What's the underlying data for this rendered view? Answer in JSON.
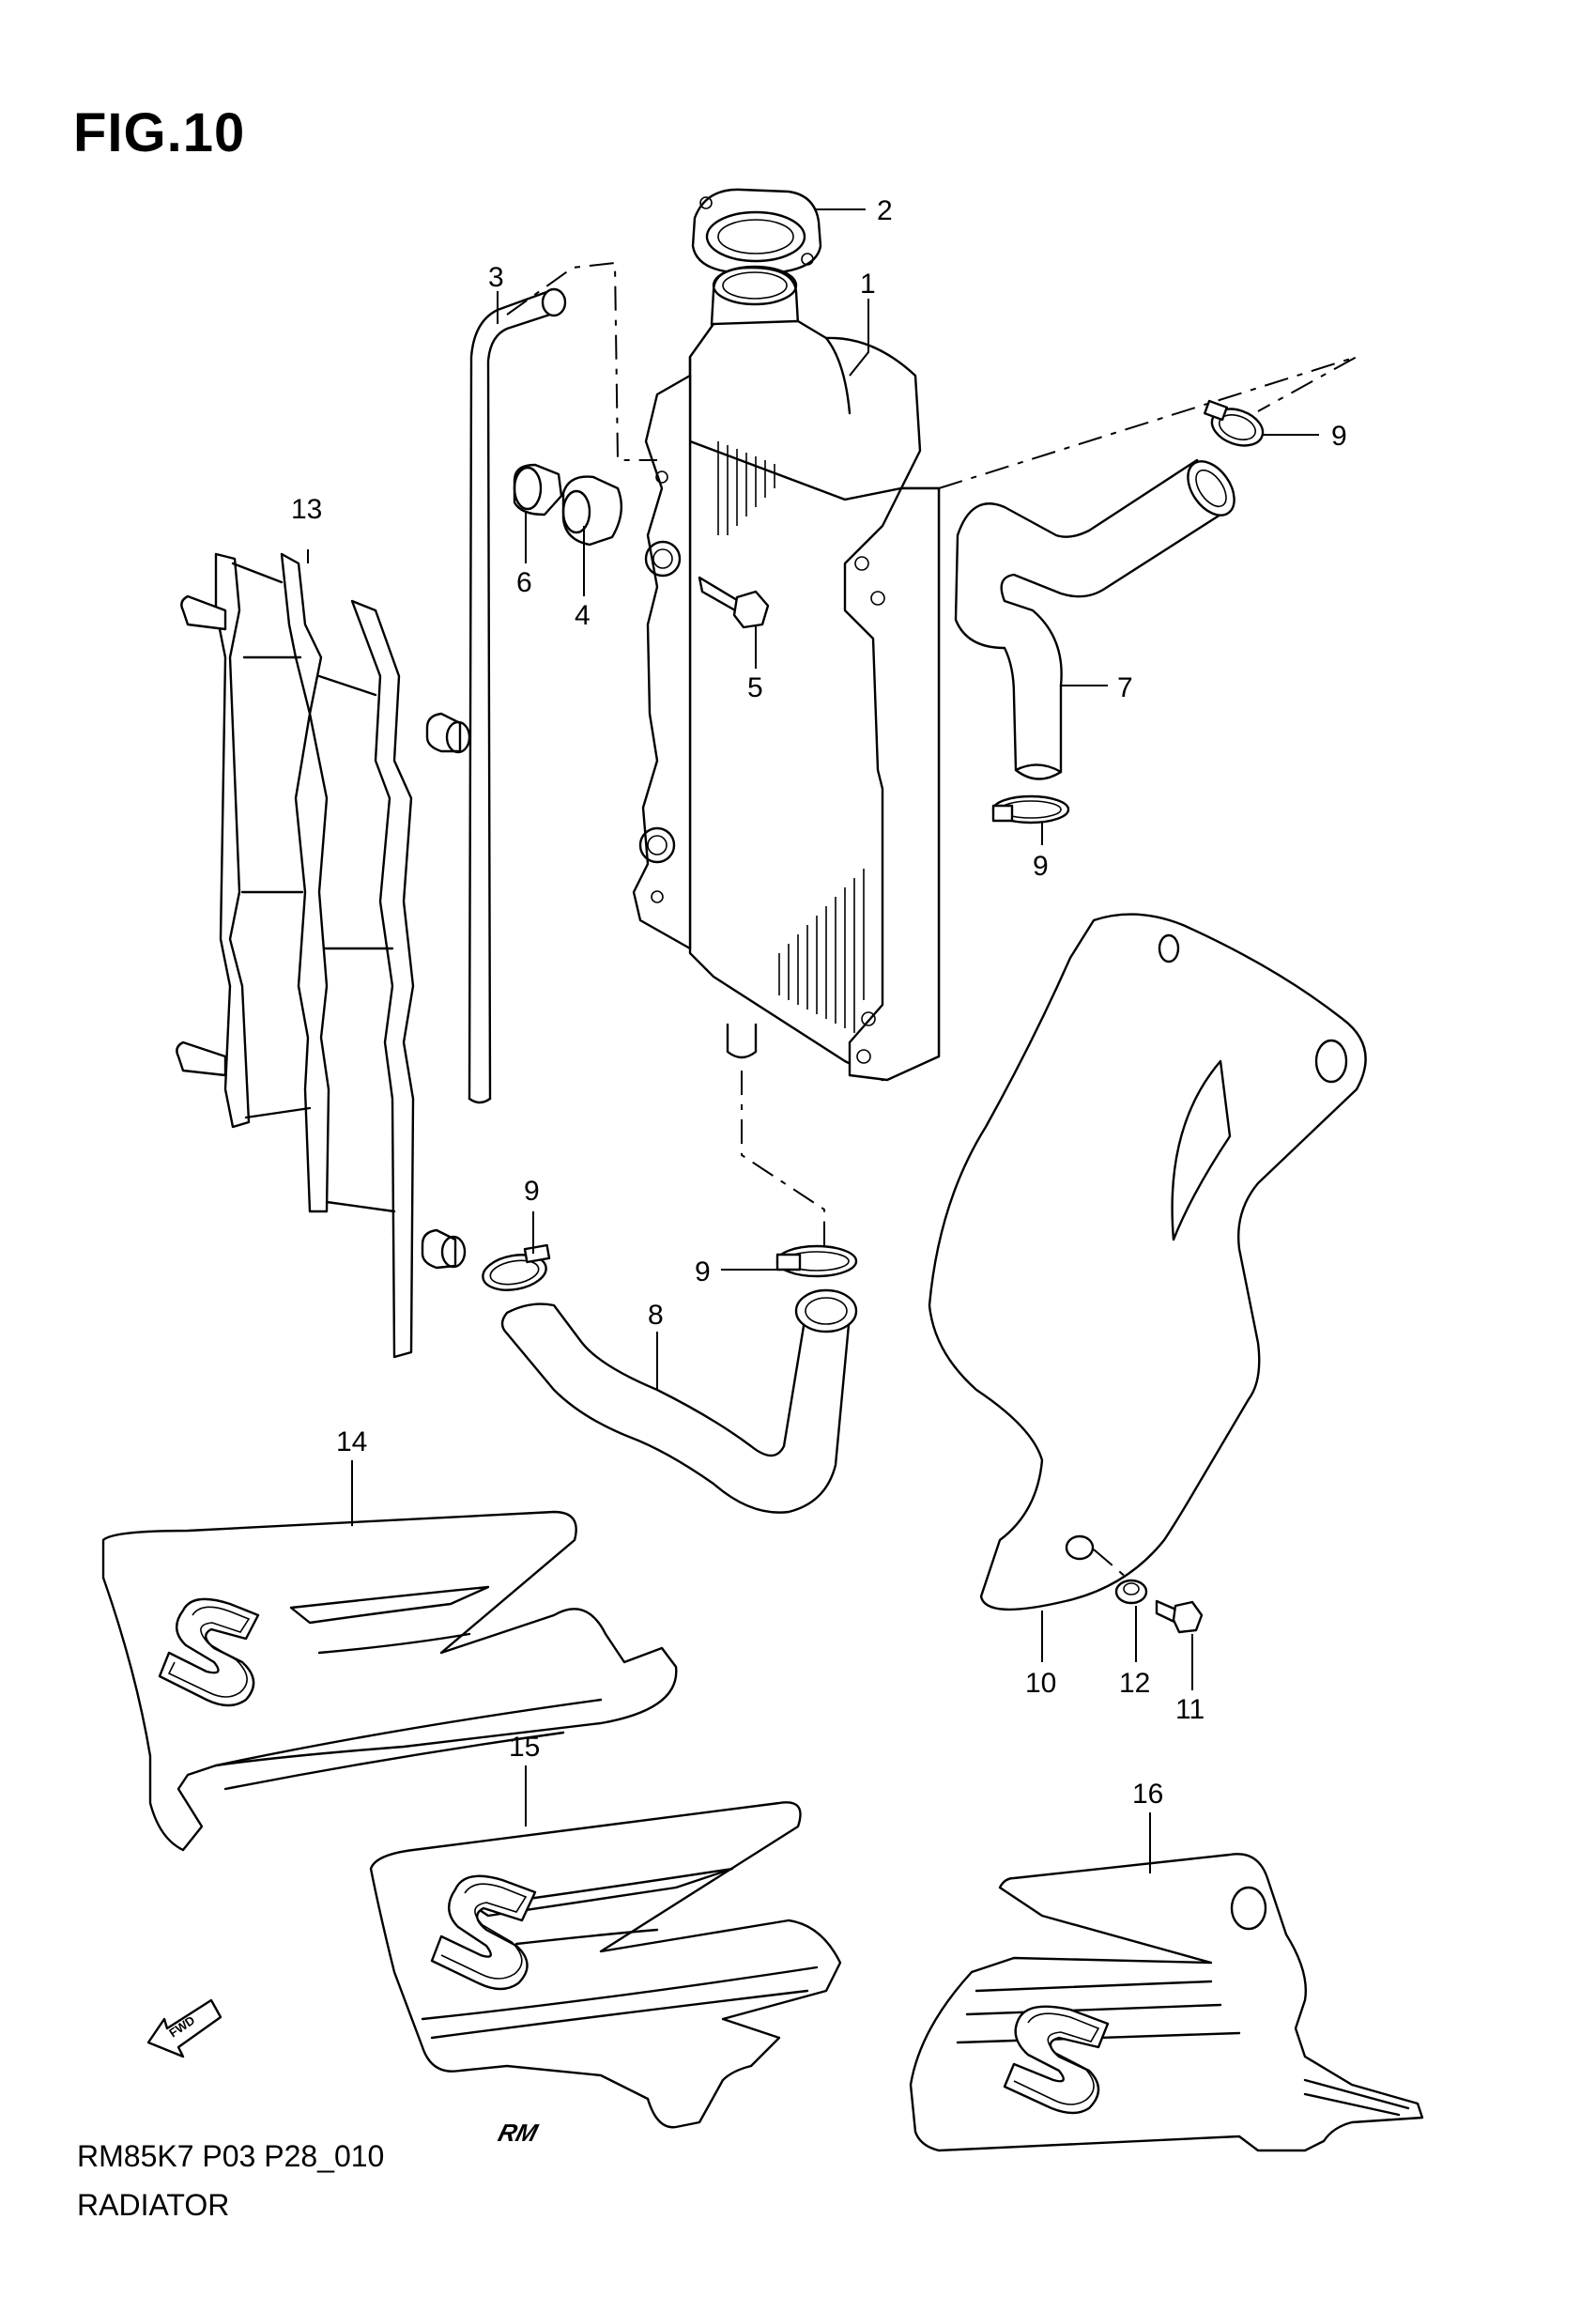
{
  "figure_title": "FIG.10",
  "footer": {
    "code": "RM85K7 P03 P28_010",
    "name": "RADIATOR"
  },
  "fwd_label": "FWD",
  "decal_text": {
    "rm": "RM"
  },
  "callouts": {
    "c1": "1",
    "c2": "2",
    "c3": "3",
    "c4": "4",
    "c5": "5",
    "c6": "6",
    "c7": "7",
    "c8": "8",
    "c9a": "9",
    "c9b": "9",
    "c9c": "9",
    "c9d": "9",
    "c10": "10",
    "c11": "11",
    "c12": "12",
    "c13": "13",
    "c14": "14",
    "c15": "15",
    "c16": "16"
  }
}
